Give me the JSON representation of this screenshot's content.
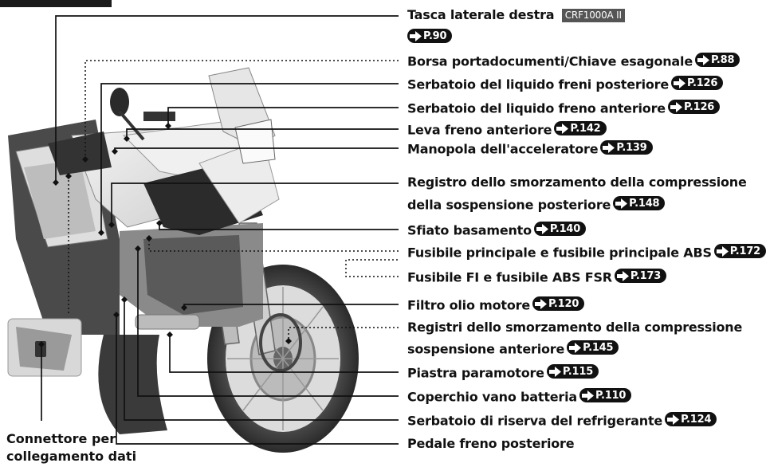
{
  "model_badge": "CRF1000A II",
  "callouts": [
    {
      "id": "tasca",
      "text": "Tasca laterale destra",
      "ref": "P.90"
    },
    {
      "id": "borsa",
      "text": "Borsa portadocumenti/Chiave esagonale",
      "ref": "P.88"
    },
    {
      "id": "serb-post",
      "text": "Serbatoio del liquido freni posteriore",
      "ref": "P.126"
    },
    {
      "id": "serb-ant",
      "text": "Serbatoio del liquido freno anteriore",
      "ref": "P.126"
    },
    {
      "id": "leva",
      "text": "Leva freno anteriore",
      "ref": "P.142"
    },
    {
      "id": "manopola",
      "text": "Manopola dell'acceleratore",
      "ref": "P.139"
    },
    {
      "id": "registro-post-1",
      "text": "Registro dello smorzamento della compressione"
    },
    {
      "id": "registro-post-2",
      "text": "della sospensione posteriore",
      "ref": "P.148"
    },
    {
      "id": "sfiato",
      "text": "Sfiato basamento",
      "ref": "P.140"
    },
    {
      "id": "fusibile-princ",
      "text": "Fusibile principale e fusibile principale ABS",
      "ref": "P.172"
    },
    {
      "id": "fusibile-fi",
      "text": "Fusibile FI e fusibile ABS FSR",
      "ref": "P.173"
    },
    {
      "id": "filtro",
      "text": "Filtro olio motore",
      "ref": "P.120"
    },
    {
      "id": "registri-ant-1",
      "text": "Registri dello smorzamento della compressione"
    },
    {
      "id": "registri-ant-2",
      "text": "sospensione anteriore",
      "ref": "P.145"
    },
    {
      "id": "piastra",
      "text": "Piastra paramotore",
      "ref": "P.115"
    },
    {
      "id": "coperchio",
      "text": "Coperchio vano batteria",
      "ref": "P.110"
    },
    {
      "id": "serb-rif",
      "text": "Serbatoio di riserva del refrigerante",
      "ref": "P.124"
    },
    {
      "id": "pedale",
      "text": "Pedale freno posteriore"
    }
  ],
  "connettore": [
    "Connettore per",
    "collegamento dati"
  ]
}
